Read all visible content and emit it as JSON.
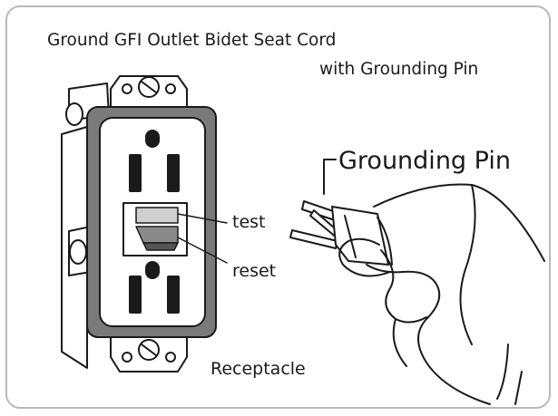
{
  "diagram": {
    "title_line1": "Ground GFI Outlet Bidet Seat Cord",
    "title_line2": "with Grounding Pin",
    "labels": {
      "grounding_pin": "Grounding Pin",
      "test": "test",
      "reset": "reset",
      "receptacle": "Receptacle"
    }
  },
  "colors": {
    "frame": "#b9b9b9",
    "ink": "#1a1a1a",
    "plate": "#7a7a7a",
    "reset_button": "#8a8a8a"
  }
}
